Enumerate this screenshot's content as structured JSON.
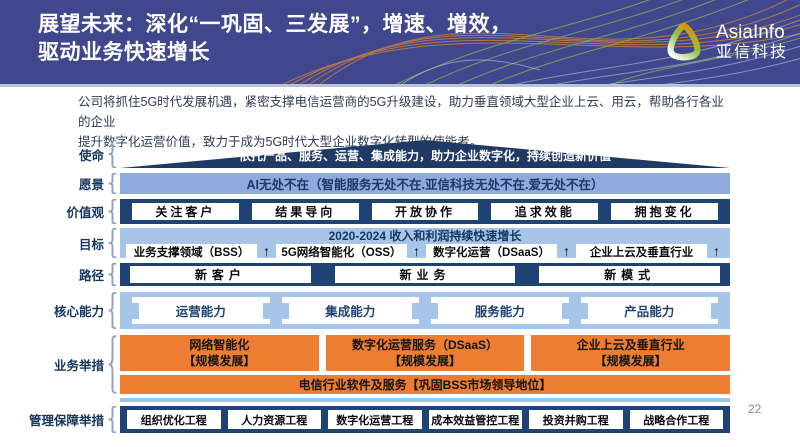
{
  "header": {
    "title_line1": "展望未来：深化“一巩固、三发展”，增速、增效，",
    "title_line2": "驱动业务快速增长",
    "logo_name_en": "AsiaInfo",
    "logo_name_zh": "亚信科技"
  },
  "intro": {
    "lines": [
      "公司将抓住5G时代发展机遇，紧密支撑电信运营商的5G升级建设，助力垂直领域大型企业上云、用云，帮助各行各业的企业",
      "提升数字化运营价值，致力于成为5G时代大型企业数字化转型的使能者。"
    ]
  },
  "diagram": {
    "mission": {
      "label": "使命",
      "text": "依托产品、服务、运营、集成能力，助力企业数字化，持续创造新价值"
    },
    "vision": {
      "label": "愿景",
      "text": "AI无处不在（智能服务无处不在.亚信科技无处不在.爱无处不在）"
    },
    "values": {
      "label": "价值观",
      "items": [
        "关注客户",
        "结果导向",
        "开放协作",
        "追求效能",
        "拥抱变化"
      ]
    },
    "goals": {
      "label": "目标",
      "headline": "2020-2024 收入和利润持续快速增长",
      "arrow_icon": "↑",
      "items": [
        "业务支撑领域（BSS）",
        "5G网络智能化（OSS）",
        "数字化运营（DSaaS）",
        "企业上云及垂直行业"
      ]
    },
    "paths": {
      "label": "路径",
      "items": [
        "新客户",
        "新业务",
        "新模式"
      ]
    },
    "capabilities": {
      "label": "核心能力",
      "items": [
        "运营能力",
        "集成能力",
        "服务能力",
        "产品能力"
      ]
    },
    "initiatives": {
      "label": "业务举措",
      "items": [
        {
          "title": "网络智能化",
          "tag": "【规模发展】"
        },
        {
          "title": "数字化运营服务（DSaaS）",
          "tag": "【规模发展】"
        },
        {
          "title": "企业上云及垂直行业",
          "tag": "【规模发展】"
        }
      ],
      "bottom_bar": "电信行业软件及服务【巩固BSS市场领导地位】"
    },
    "management": {
      "label": "管理保障举措",
      "items": [
        "组织优化工程",
        "人力资源工程",
        "数字化运营工程",
        "成本效益管控工程",
        "投资并购工程",
        "战略合作工程"
      ]
    }
  },
  "footer": {
    "page_number": "22"
  },
  "colors": {
    "banner_bg": "#40478C",
    "navy": "#1F4375",
    "triangle_navy": "#203A66",
    "periwinkle": "#8FAADC",
    "light_blue": "#A6C5E8",
    "orange": "#ED7D31"
  }
}
